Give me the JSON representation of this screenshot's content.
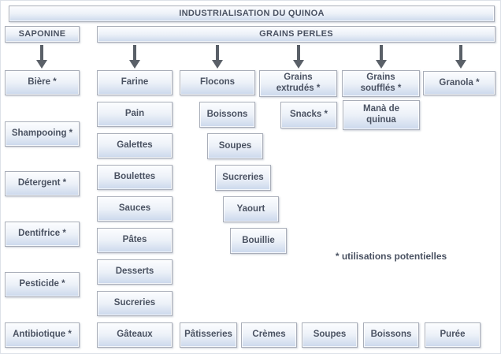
{
  "header": {
    "title": "INDUSTRIALISATION DU QUINOA"
  },
  "saponine": {
    "label": "SAPONINE",
    "products": [
      "Bière *",
      "Shampooing *",
      "Détergent *",
      "Dentifrice *",
      "Pesticide *",
      "Antibiotique *"
    ]
  },
  "grains_perles": {
    "label": "GRAINS PERLES"
  },
  "columns": {
    "farine": {
      "label": "Farine",
      "products": [
        "Pain",
        "Galettes",
        "Boulettes",
        "Sauces",
        "Pâtes",
        "Desserts",
        "Sucreries",
        "Gâteaux"
      ]
    },
    "flocons": {
      "label": "Flocons",
      "products": [
        "Boissons",
        "Soupes",
        "Sucreries",
        "Yaourt",
        "Bouillie"
      ]
    },
    "grains_extrudes": {
      "label": "Grains\nextrudés *",
      "products": [
        "Snacks *"
      ]
    },
    "grains_souffles": {
      "label": "Grains\nsoufflés *",
      "products": [
        "Manà de\nquinua"
      ]
    },
    "granola": {
      "label": "Granola *"
    }
  },
  "bottom_row": [
    "Pâtisseries",
    "Crèmes",
    "Soupes",
    "Boissons",
    "Purée"
  ],
  "footnote": "* utilisations potentielles",
  "colors": {
    "box_gradient_top": "#fcfdff",
    "box_gradient_bottom": "#cbd8ec",
    "box_border": "#a9aeb9",
    "text": "#4a5262",
    "arrow": "#5a6068"
  }
}
